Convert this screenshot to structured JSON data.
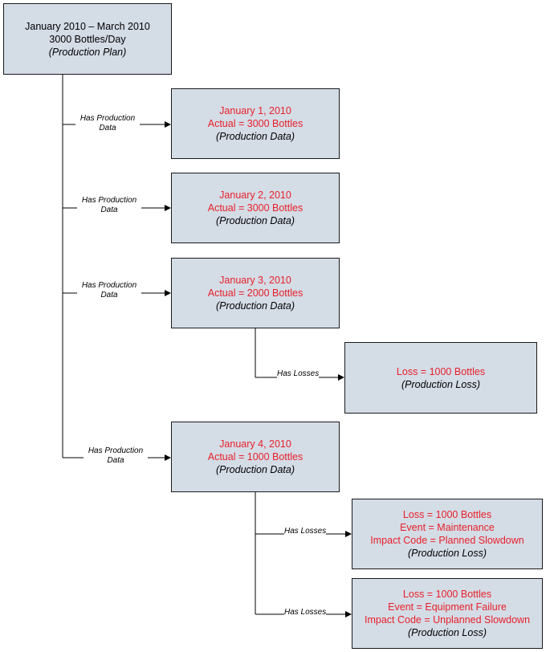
{
  "plan": {
    "line1": "January 2010 – March 2010",
    "line2": "3000 Bottles/Day",
    "type": "(Production Plan)"
  },
  "production_data": [
    {
      "date": "January 1, 2010",
      "actual": "Actual = 3000 Bottles",
      "type": "(Production Data)",
      "relation": [
        "Has Production",
        "Data"
      ]
    },
    {
      "date": "January 2, 2010",
      "actual": "Actual = 3000 Bottles",
      "type": "(Production Data)",
      "relation": [
        "Has Production",
        "Data"
      ]
    },
    {
      "date": "January 3, 2010",
      "actual": "Actual = 2000 Bottles",
      "type": "(Production Data)",
      "relation": [
        "Has Production",
        "Data"
      ]
    },
    {
      "date": "January 4, 2010",
      "actual": "Actual = 1000 Bottles",
      "type": "(Production Data)",
      "relation": [
        "Has Production",
        "Data"
      ]
    }
  ],
  "losses": [
    {
      "lines": [
        "Loss = 1000 Bottles"
      ],
      "type": "(Production Loss)",
      "relation": "Has Losses"
    },
    {
      "lines": [
        "Loss = 1000 Bottles",
        "Event = Maintenance",
        "Impact Code = Planned Slowdown"
      ],
      "type": "(Production Loss)",
      "relation": "Has Losses"
    },
    {
      "lines": [
        "Loss = 1000 Bottles",
        "Event = Equipment Failure",
        "Impact Code = Unplanned Slowdown"
      ],
      "type": "(Production Loss)",
      "relation": "Has Losses"
    }
  ],
  "colors": {
    "box_fill": "#d4dce6",
    "highlight_text": "#e8202a",
    "border": "#1a1a1a"
  }
}
